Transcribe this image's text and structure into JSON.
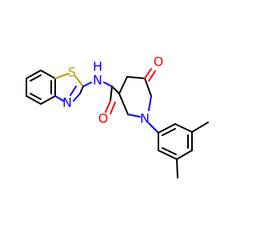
{
  "atom_labels": {
    "sulfur": "S",
    "benzothiazole_nitrogen": "N",
    "amide_nitrogen": "N",
    "amide_hydrogen": "H",
    "amide_oxygen": "O",
    "lactam_oxygen": "O",
    "pyrrolidine_nitrogen": "N"
  },
  "colors": {
    "carbon": "#000000",
    "sulfur": "#b8a000",
    "nitrogen": "#0000ff",
    "oxygen": "#ff0000"
  }
}
